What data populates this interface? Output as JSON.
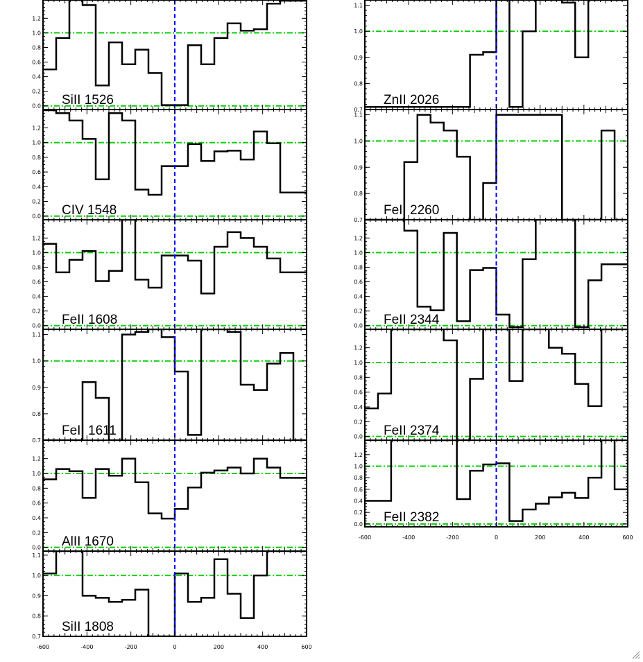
{
  "figure": {
    "x_ticks": [
      "-600",
      "-400",
      "-200",
      "0",
      "200",
      "400",
      "600"
    ],
    "colors": {
      "spectrum": "#000000",
      "zero_velocity": "#0000ff",
      "reference": "#00d000"
    }
  },
  "chart_data": [
    {
      "type": "line",
      "step": true,
      "label": "SiII 1526",
      "xlim": [
        -600,
        600
      ],
      "ylim": [
        -0.05,
        1.45
      ],
      "yticks": [
        "0.0",
        "0.2",
        "0.4",
        "0.6",
        "0.8",
        "1.0",
        "1.2"
      ],
      "reference_lines": [
        0.0,
        1.0
      ],
      "x": [
        -600,
        -570,
        -540,
        -510,
        -480,
        -450,
        -420,
        -390,
        -360,
        -330,
        -300,
        -270,
        -240,
        -210,
        -180,
        -150,
        -120,
        -90,
        -60,
        -30,
        0,
        30,
        60,
        90,
        120,
        150,
        180,
        210,
        240,
        270,
        300,
        330,
        360,
        390,
        420,
        450,
        480,
        510,
        540,
        570,
        600
      ],
      "y": [
        0.5,
        0.5,
        0.93,
        0.93,
        1.45,
        1.45,
        1.38,
        1.38,
        0.28,
        0.28,
        0.87,
        0.87,
        0.57,
        0.57,
        0.77,
        0.77,
        0.45,
        0.45,
        0.01,
        0.01,
        0.01,
        0.01,
        0.83,
        0.83,
        0.57,
        0.57,
        0.93,
        0.93,
        1.13,
        1.13,
        1.03,
        1.03,
        1.05,
        1.05,
        1.4,
        1.4,
        1.44,
        1.44,
        1.44,
        1.44,
        1.44
      ]
    },
    {
      "type": "line",
      "step": true,
      "label": "CIV 1548",
      "xlim": [
        -600,
        600
      ],
      "ylim": [
        -0.05,
        1.45
      ],
      "yticks": [
        "0.0",
        "0.2",
        "0.4",
        "0.6",
        "0.8",
        "1.0",
        "1.2"
      ],
      "reference_lines": [
        0.0,
        1.0
      ],
      "x": [
        -600,
        -570,
        -540,
        -510,
        -480,
        -450,
        -420,
        -390,
        -360,
        -330,
        -300,
        -270,
        -240,
        -210,
        -180,
        -150,
        -120,
        -90,
        -60,
        -30,
        0,
        30,
        60,
        90,
        120,
        150,
        180,
        210,
        240,
        270,
        300,
        330,
        360,
        390,
        420,
        450,
        480,
        510,
        540,
        570,
        600
      ],
      "y": [
        1.44,
        1.44,
        1.4,
        1.4,
        1.3,
        1.3,
        1.05,
        1.05,
        0.5,
        0.5,
        1.4,
        1.4,
        1.3,
        1.3,
        0.36,
        0.36,
        0.29,
        0.29,
        0.68,
        0.68,
        0.68,
        0.68,
        0.98,
        0.98,
        0.75,
        0.75,
        0.88,
        0.88,
        0.89,
        0.89,
        0.77,
        0.77,
        1.15,
        1.15,
        0.99,
        0.99,
        0.32,
        0.32,
        0.32,
        0.32,
        0.32
      ]
    },
    {
      "type": "line",
      "step": true,
      "label": "FeII 1608",
      "xlim": [
        -600,
        600
      ],
      "ylim": [
        -0.05,
        1.45
      ],
      "yticks": [
        "0.0",
        "0.2",
        "0.4",
        "0.6",
        "0.8",
        "1.0",
        "1.2"
      ],
      "reference_lines": [
        0.0,
        1.0
      ],
      "x": [
        -600,
        -570,
        -540,
        -510,
        -480,
        -450,
        -420,
        -390,
        -360,
        -330,
        -300,
        -270,
        -240,
        -210,
        -180,
        -150,
        -120,
        -90,
        -60,
        -30,
        0,
        30,
        60,
        90,
        120,
        150,
        180,
        210,
        240,
        270,
        300,
        330,
        360,
        390,
        420,
        450,
        480,
        510,
        540,
        570,
        600
      ],
      "y": [
        1.12,
        1.12,
        0.73,
        0.73,
        0.9,
        0.9,
        1.02,
        1.02,
        0.61,
        0.61,
        0.75,
        0.75,
        1.45,
        1.45,
        0.63,
        0.63,
        0.52,
        0.52,
        0.96,
        0.96,
        0.96,
        0.96,
        0.89,
        0.89,
        0.44,
        0.44,
        1.08,
        1.08,
        1.28,
        1.28,
        1.2,
        1.2,
        1.08,
        1.08,
        0.92,
        0.92,
        0.73,
        0.73,
        0.73,
        0.73,
        0.73
      ]
    },
    {
      "type": "line",
      "step": true,
      "label": "FeII 1611",
      "xlim": [
        -600,
        600
      ],
      "ylim": [
        0.7,
        1.12
      ],
      "yticks": [
        "0.7",
        "0.8",
        "0.9",
        "1.0",
        "1.1"
      ],
      "reference_lines": [
        1.0
      ],
      "x": [
        -600,
        -570,
        -540,
        -510,
        -480,
        -450,
        -420,
        -390,
        -360,
        -330,
        -300,
        -270,
        -240,
        -210,
        -180,
        -150,
        -120,
        -90,
        -60,
        -30,
        0,
        30,
        60,
        90,
        120,
        150,
        180,
        210,
        240,
        270,
        300,
        330,
        360,
        390,
        420,
        450,
        480,
        510,
        540,
        570,
        600
      ],
      "y": [
        0.7,
        0.7,
        0.7,
        0.7,
        0.7,
        0.7,
        0.92,
        0.92,
        0.86,
        0.86,
        0.7,
        0.7,
        1.1,
        1.1,
        1.11,
        1.11,
        1.12,
        1.12,
        1.09,
        1.09,
        0.96,
        0.96,
        0.72,
        0.72,
        1.12,
        1.12,
        1.12,
        1.12,
        1.11,
        1.11,
        0.91,
        0.91,
        0.89,
        0.89,
        0.99,
        0.99,
        1.03,
        1.03,
        0.7,
        0.7,
        0.7
      ]
    },
    {
      "type": "line",
      "step": true,
      "label": "AlII 1670",
      "xlim": [
        -600,
        600
      ],
      "ylim": [
        -0.05,
        1.45
      ],
      "yticks": [
        "0.0",
        "0.2",
        "0.4",
        "0.6",
        "0.8",
        "1.0",
        "1.2"
      ],
      "reference_lines": [
        0.0,
        1.0
      ],
      "x": [
        -600,
        -570,
        -540,
        -510,
        -480,
        -450,
        -420,
        -390,
        -360,
        -330,
        -300,
        -270,
        -240,
        -210,
        -180,
        -150,
        -120,
        -90,
        -60,
        -30,
        0,
        30,
        60,
        90,
        120,
        150,
        180,
        210,
        240,
        270,
        300,
        330,
        360,
        390,
        420,
        450,
        480,
        510,
        540,
        570,
        600
      ],
      "y": [
        0.92,
        0.92,
        1.06,
        1.06,
        1.03,
        1.03,
        0.67,
        0.67,
        1.06,
        1.06,
        0.97,
        0.97,
        1.2,
        1.2,
        0.88,
        0.88,
        0.46,
        0.46,
        0.39,
        0.39,
        0.52,
        0.52,
        0.81,
        0.81,
        1.01,
        1.01,
        1.04,
        1.04,
        1.08,
        1.08,
        1.0,
        1.0,
        1.2,
        1.2,
        1.08,
        1.08,
        0.94,
        0.94,
        0.94,
        0.94,
        0.94
      ]
    },
    {
      "type": "line",
      "step": true,
      "label": "SiII 1808",
      "xlim": [
        -600,
        600
      ],
      "ylim": [
        0.7,
        1.12
      ],
      "yticks": [
        "0.7",
        "0.8",
        "0.9",
        "1.0",
        "1.1"
      ],
      "reference_lines": [
        1.0
      ],
      "x": [
        -600,
        -570,
        -540,
        -510,
        -480,
        -450,
        -420,
        -390,
        -360,
        -330,
        -300,
        -270,
        -240,
        -210,
        -180,
        -150,
        -120,
        -90,
        -60,
        -30,
        0,
        30,
        60,
        90,
        120,
        150,
        180,
        210,
        240,
        270,
        300,
        330,
        360,
        390,
        420,
        450,
        480,
        510,
        540,
        570,
        600
      ],
      "y": [
        1.01,
        1.01,
        1.12,
        1.12,
        1.12,
        1.12,
        0.9,
        0.9,
        0.89,
        0.89,
        0.87,
        0.87,
        0.88,
        0.88,
        0.93,
        0.93,
        0.7,
        0.7,
        0.7,
        0.7,
        1.01,
        1.01,
        0.87,
        0.87,
        0.89,
        0.89,
        1.08,
        1.08,
        0.91,
        0.91,
        0.79,
        0.79,
        1.0,
        1.0,
        1.12,
        1.12,
        1.12,
        1.12,
        1.12,
        1.12,
        1.12
      ]
    },
    {
      "type": "line",
      "step": true,
      "label": "ZnII 2026",
      "xlim": [
        -600,
        600
      ],
      "ylim": [
        0.7,
        1.12
      ],
      "yticks": [
        "0.7",
        "0.8",
        "0.9",
        "1.0",
        "1.1"
      ],
      "reference_lines": [
        1.0
      ],
      "x": [
        -600,
        -570,
        -540,
        -510,
        -480,
        -450,
        -420,
        -390,
        -360,
        -330,
        -300,
        -270,
        -240,
        -210,
        -180,
        -150,
        -120,
        -90,
        -60,
        -30,
        0,
        30,
        60,
        90,
        120,
        150,
        180,
        210,
        240,
        270,
        300,
        330,
        360,
        390,
        420,
        450,
        480,
        510,
        540,
        570,
        600
      ],
      "y": [
        0.71,
        0.71,
        0.71,
        0.71,
        0.71,
        0.71,
        0.71,
        0.71,
        0.71,
        0.71,
        0.71,
        0.71,
        0.71,
        0.71,
        0.71,
        0.71,
        0.91,
        0.91,
        0.92,
        0.92,
        1.12,
        1.12,
        0.71,
        0.71,
        1.0,
        1.0,
        1.12,
        1.12,
        1.12,
        1.12,
        1.11,
        1.11,
        0.9,
        0.9,
        1.12,
        1.12,
        1.12,
        1.12,
        1.12,
        1.12,
        1.12
      ]
    },
    {
      "type": "line",
      "step": true,
      "label": "FeII 2260",
      "xlim": [
        -600,
        600
      ],
      "ylim": [
        0.7,
        1.12
      ],
      "yticks": [
        "0.7",
        "0.8",
        "0.9",
        "1.0",
        "1.1"
      ],
      "reference_lines": [
        1.0
      ],
      "x": [
        -600,
        -570,
        -540,
        -510,
        -480,
        -450,
        -420,
        -390,
        -360,
        -330,
        -300,
        -270,
        -240,
        -210,
        -180,
        -150,
        -120,
        -90,
        -60,
        -30,
        0,
        30,
        60,
        90,
        120,
        150,
        180,
        210,
        240,
        270,
        300,
        330,
        360,
        390,
        420,
        450,
        480,
        510,
        540,
        570,
        600
      ],
      "y": [
        0.7,
        0.7,
        0.7,
        0.7,
        0.7,
        0.7,
        0.92,
        0.92,
        1.1,
        1.1,
        1.07,
        1.07,
        1.04,
        1.04,
        0.94,
        0.94,
        0.7,
        0.7,
        0.84,
        0.84,
        1.1,
        1.1,
        1.1,
        1.1,
        1.1,
        1.1,
        1.1,
        1.1,
        1.1,
        1.1,
        0.7,
        0.7,
        0.7,
        0.7,
        0.7,
        0.7,
        1.04,
        1.04,
        0.7,
        0.7,
        0.7
      ]
    },
    {
      "type": "line",
      "step": true,
      "label": "FeII 2344",
      "xlim": [
        -600,
        600
      ],
      "ylim": [
        -0.05,
        1.45
      ],
      "yticks": [
        "0.0",
        "0.2",
        "0.4",
        "0.6",
        "0.8",
        "1.0",
        "1.2"
      ],
      "reference_lines": [
        0.0,
        1.0
      ],
      "x": [
        -600,
        -570,
        -540,
        -510,
        -480,
        -450,
        -420,
        -390,
        -360,
        -330,
        -300,
        -270,
        -240,
        -210,
        -180,
        -150,
        -120,
        -90,
        -60,
        -30,
        0,
        30,
        60,
        90,
        120,
        150,
        180,
        210,
        240,
        270,
        300,
        330,
        360,
        390,
        420,
        450,
        480,
        510,
        540,
        570,
        600
      ],
      "y": [
        1.45,
        1.45,
        1.45,
        1.45,
        1.45,
        1.45,
        1.3,
        1.3,
        0.26,
        0.26,
        0.21,
        0.21,
        1.27,
        1.27,
        0.06,
        0.06,
        0.76,
        0.76,
        0.79,
        0.79,
        0.15,
        0.15,
        -0.02,
        -0.02,
        0.91,
        0.91,
        1.45,
        1.45,
        1.45,
        1.45,
        1.45,
        1.45,
        -0.02,
        -0.02,
        0.62,
        0.62,
        0.84,
        0.84,
        0.84,
        0.84,
        0.84
      ]
    },
    {
      "type": "line",
      "step": true,
      "label": "FeII 2374",
      "xlim": [
        -600,
        600
      ],
      "ylim": [
        -0.05,
        1.45
      ],
      "yticks": [
        "0.0",
        "0.2",
        "0.4",
        "0.6",
        "0.8",
        "1.0",
        "1.2"
      ],
      "reference_lines": [
        0.0,
        1.0
      ],
      "x": [
        -600,
        -570,
        -540,
        -510,
        -480,
        -450,
        -420,
        -390,
        -360,
        -330,
        -300,
        -270,
        -240,
        -210,
        -180,
        -150,
        -120,
        -90,
        -60,
        -30,
        0,
        30,
        60,
        90,
        120,
        150,
        180,
        210,
        240,
        270,
        300,
        330,
        360,
        390,
        420,
        450,
        480,
        510,
        540,
        570,
        600
      ],
      "y": [
        0.38,
        0.38,
        0.58,
        0.58,
        1.45,
        1.45,
        1.45,
        1.45,
        1.45,
        1.45,
        1.45,
        1.45,
        1.3,
        1.3,
        -0.05,
        -0.05,
        0.78,
        0.78,
        1.45,
        1.45,
        1.45,
        1.45,
        0.75,
        0.75,
        1.45,
        1.45,
        1.45,
        1.45,
        1.2,
        1.2,
        1.12,
        1.12,
        0.71,
        0.71,
        0.41,
        0.41,
        1.45,
        1.45,
        1.45,
        1.45,
        1.45
      ]
    },
    {
      "type": "line",
      "step": true,
      "label": "FeII 2382",
      "xlim": [
        -600,
        600
      ],
      "ylim": [
        -0.05,
        1.45
      ],
      "yticks": [
        "0.0",
        "0.2",
        "0.4",
        "0.6",
        "0.8",
        "1.0",
        "1.2"
      ],
      "reference_lines": [
        0.0,
        1.0
      ],
      "x": [
        -600,
        -570,
        -540,
        -510,
        -480,
        -450,
        -420,
        -390,
        -360,
        -330,
        -300,
        -270,
        -240,
        -210,
        -180,
        -150,
        -120,
        -90,
        -60,
        -30,
        0,
        30,
        60,
        90,
        120,
        150,
        180,
        210,
        240,
        270,
        300,
        330,
        360,
        390,
        420,
        450,
        480,
        510,
        540,
        570,
        600
      ],
      "y": [
        0.4,
        0.4,
        0.4,
        0.4,
        1.45,
        1.45,
        1.45,
        1.45,
        1.45,
        1.45,
        1.45,
        1.45,
        1.45,
        1.45,
        0.43,
        0.43,
        0.92,
        0.92,
        1.03,
        1.03,
        1.05,
        1.05,
        0.05,
        0.05,
        0.25,
        0.25,
        0.35,
        0.35,
        0.46,
        0.46,
        0.54,
        0.54,
        0.45,
        0.45,
        0.8,
        0.8,
        1.45,
        1.45,
        0.6,
        0.6,
        1.45
      ]
    }
  ]
}
